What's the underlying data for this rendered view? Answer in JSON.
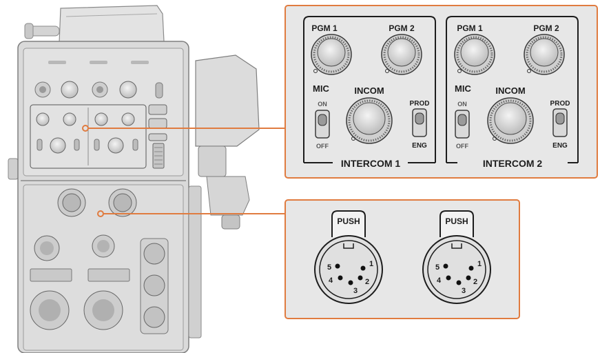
{
  "colors": {
    "accent": "#e07b3f",
    "callout_bg": "#e7e7e7",
    "device_body": "#d6d6d6",
    "ink": "#1c1c1c"
  },
  "intercom_callout": {
    "modules": [
      {
        "pgm1": "PGM 1",
        "pgm2": "PGM 2",
        "mic": "MIC",
        "on": "ON",
        "off": "OFF",
        "incom": "INCOM",
        "prod": "PROD",
        "eng": "ENG",
        "title": "INTERCOM 1"
      },
      {
        "pgm1": "PGM 1",
        "pgm2": "PGM 2",
        "mic": "MIC",
        "on": "ON",
        "off": "OFF",
        "incom": "INCOM",
        "prod": "PROD",
        "eng": "ENG",
        "title": "INTERCOM 2"
      }
    ]
  },
  "xlr_callout": {
    "connectors": [
      {
        "push": "PUSH",
        "pins": [
          "1",
          "2",
          "3",
          "4",
          "5"
        ]
      },
      {
        "push": "PUSH",
        "pins": [
          "1",
          "2",
          "3",
          "4",
          "5"
        ]
      }
    ]
  }
}
